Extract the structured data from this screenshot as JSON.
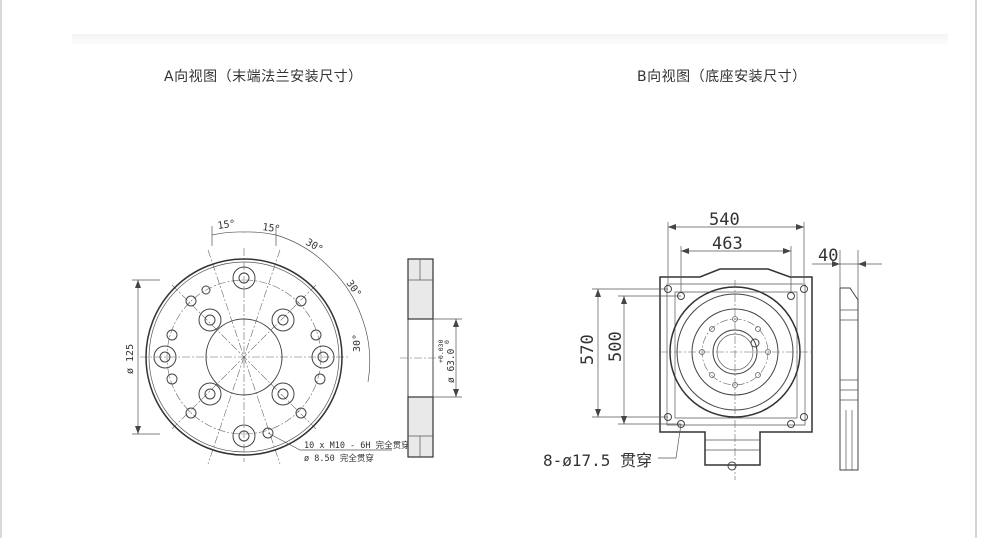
{
  "views": {
    "a_title": "A向视图（末端法兰安装尺寸）",
    "b_title": "B向视图（底座安装尺寸）"
  },
  "view_a": {
    "angle_15_left": "15°",
    "angle_15_right": "15°",
    "angle_30_1": "30°",
    "angle_30_2": "30°",
    "angle_30_3": "30°",
    "dia_125": "ø 125",
    "dia_63": "ø 63.0",
    "dia_63_tol": "+0.030",
    "dia_63_tol2": "0",
    "hole_spec_1": "10 x  M10 - 6H 完全贯穿",
    "hole_spec_2": "ø  8.50 完全贯穿"
  },
  "view_b": {
    "dim_540": "540",
    "dim_463": "463",
    "dim_40": "40",
    "dim_570": "570",
    "dim_500": "500",
    "hole_callout": "8-ø17.5  贯穿"
  }
}
